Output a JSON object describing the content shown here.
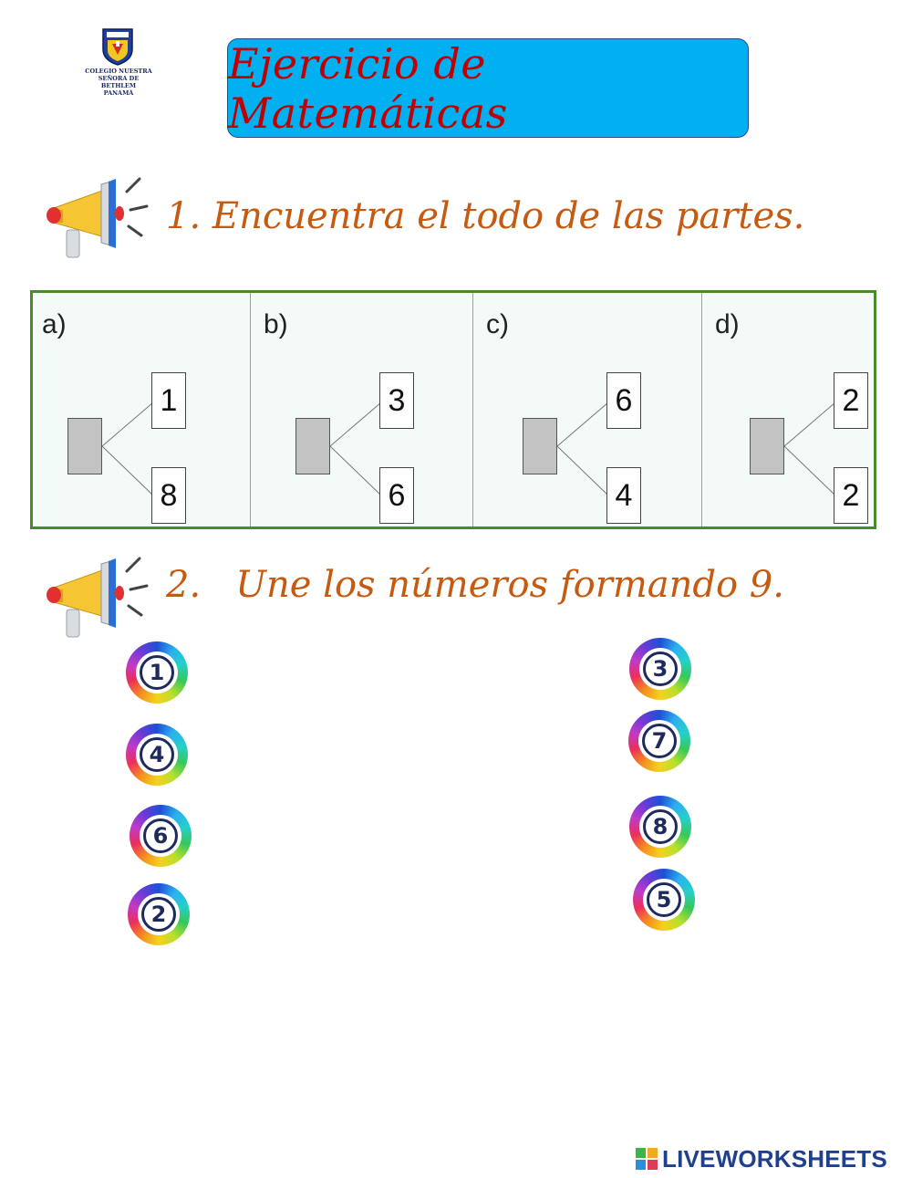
{
  "header": {
    "logo_text": [
      "COLEGIO NUESTRA",
      "SEÑORA DE BETHLEM",
      "PANAMÁ"
    ],
    "title": "Ejercicio de Matemáticas"
  },
  "section1": {
    "heading": "1. Encuentra el todo de las partes.",
    "problems": [
      {
        "letter": "a)",
        "parts": [
          "1",
          "8"
        ]
      },
      {
        "letter": "b)",
        "parts": [
          "3",
          "6"
        ]
      },
      {
        "letter": "c)",
        "parts": [
          "6",
          "4"
        ]
      },
      {
        "letter": "d)",
        "parts": [
          "2",
          "2"
        ]
      }
    ]
  },
  "section2": {
    "heading": "2.   Une los números formando 9.",
    "left_numbers": [
      "1",
      "4",
      "6",
      "2"
    ],
    "right_numbers": [
      "3",
      "7",
      "8",
      "5"
    ]
  },
  "footer": {
    "brand": "LIVEWORKSHEETS"
  },
  "colors": {
    "title_bg": "#00b0f0",
    "title_text": "#c00000",
    "heading_text": "#c55a11",
    "panel_border": "#4a8a2e",
    "brand_text": "#1f3f8f"
  }
}
